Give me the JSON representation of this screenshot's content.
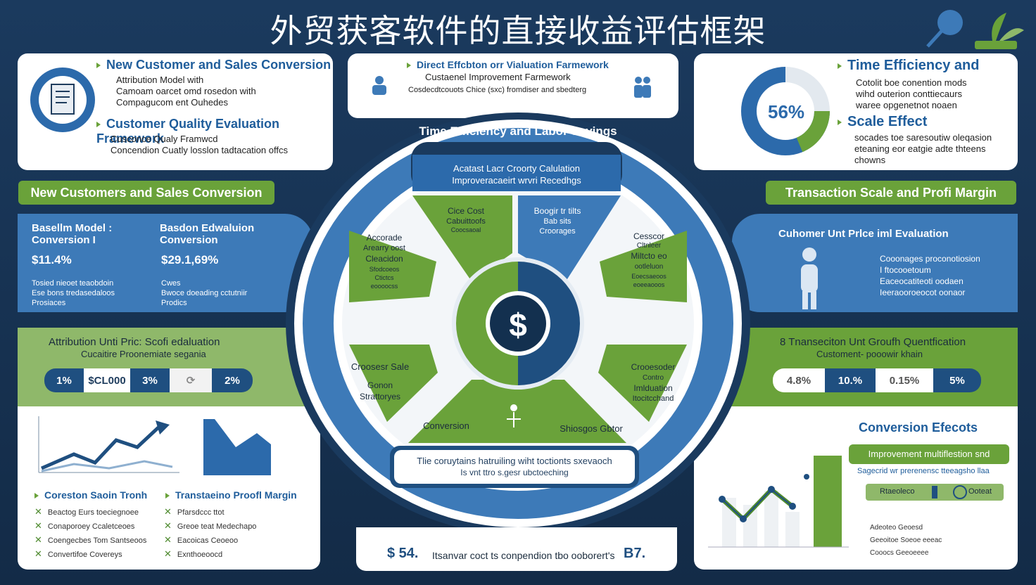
{
  "title": "外贸获客软件的直接收益评估框架",
  "top_left": {
    "heading1": "New Customer and Sales Conversion",
    "lines1": [
      "Attribution Model with",
      "Camoam oarcet omd rosedon with",
      "Compagucom ent Ouhedes"
    ],
    "heading2": "Customer Quality Evaluation Framework",
    "lines2": [
      "Cusconce Qualy Framwcd",
      "Concendion Cuatly losslon tadtacation offcs"
    ]
  },
  "top_center": {
    "heading": "Direct Effcbton orr Vialuation Farmework",
    "line1": "Custaenel Improvement Farmework",
    "line2": "Cosdecdtcouots Chice (sxc) fromdiser and sbedterg"
  },
  "top_right": {
    "percent": "56%",
    "heading1": "Time Efficiency and",
    "lines1": [
      "Cotolit boe conention mods",
      "wihd outerion conttiecaurs",
      "waree opgenetnot noaen"
    ],
    "heading2": "Scale Effect",
    "lines2": [
      "socades toe saresoutiw oleqasion",
      "eteaning eor eatgie adte thteens",
      "chowns"
    ]
  },
  "left_banner": "New Customers and Sales Conversion",
  "right_banner": "Transaction Scale and Profi Margin",
  "left_blue": {
    "col1_title": [
      "Basellm Model :",
      "Conversion  I"
    ],
    "col1_value": "$11.4%",
    "col1_lines": [
      "Tosied nieoet  teaobdoin",
      "Ese bons tredasedaloos",
      "Prosiaces"
    ],
    "col2_title": [
      "Basdon Edwaluion",
      "Conversion"
    ],
    "col2_value": "$29.1,69%",
    "col2_lines": [
      "Cwes",
      "Bwoce doeading cctutniir",
      "Prodics"
    ]
  },
  "right_blue": {
    "heading": "Cuhomer Unt Prlce iml Evaluation",
    "lines": [
      "Cooonages proconotiosion",
      "I ftocooetoum",
      "Eaceocatiteoti oodaen",
      "Ieeraooroeocot oonaor"
    ]
  },
  "left_green": {
    "line1": "Attribution Unti Pric: Scofi edaluation",
    "line2": "Cucaitire Proonemiate segania",
    "pill": [
      "1%",
      "$CL000",
      "3%",
      "⟳",
      "2%"
    ]
  },
  "right_green": {
    "line1": "8 Tnanseciton Unt Groufh Quentfication",
    "line2": "Customent- pooowir khain",
    "pill": [
      "4.8%",
      "10.%",
      "0.15%",
      "5%"
    ]
  },
  "bottom_left": {
    "list1_title": "Coreston Saoin Tronh",
    "list1": [
      "Beactog Eurs toeciegnoee",
      "Conaporoey Ccaletceoes",
      "Coengecbes Tom Santseoos",
      "Convertifoe Covereys"
    ],
    "list2_title": "Transtaeino Proofl Margin",
    "list2": [
      "Pfarsdccc ttot",
      "Greoe teat Medechapo",
      "Eacoicas Ceoeoo",
      "Exnthoeoocd"
    ]
  },
  "bottom_center": {
    "value": "$ 54.",
    "text": "Itsanvar coct ts conpendion tbo ooborert's",
    "suffix": "B7."
  },
  "bottom_right": {
    "heading": "Conversion Efecots",
    "banner": "Improvement multiflestion snd",
    "subline": "Sagecrid wr prerenensc tteeagsho llaa",
    "slider_left": "Rtaeoleco",
    "slider_right": "Ooteat",
    "lines": [
      "Adeoteo Geoesd",
      "Geeoitoe Soeoe eeeac",
      "Cooocs Geeoeeee"
    ]
  },
  "wheel": {
    "header": "Time Efficiency and Labor Savings",
    "inner_box": [
      "Acatast Lacr Croorty Calulation",
      "Improveracaeirt wrvri Recedhgs"
    ],
    "seg_top_left": [
      "Cice Cost",
      "Cabuittoofs",
      "Coocsaoal"
    ],
    "seg_top_right": [
      "Boogir tr tilts",
      "Bab sits",
      "Croorages"
    ],
    "seg_left": [
      "Accorade",
      "Arearry oost",
      "Cleacidon",
      "Sfodcoeos",
      "Ctictcs",
      "eoooocss"
    ],
    "seg_right": [
      "Cesscor",
      "Cltnleer",
      "Miltcto eo",
      "ootleluon",
      "Eoecsaeoos",
      "eoeeaooos"
    ],
    "seg_bottom_left": [
      "Croosesr Sale",
      "Gonon",
      "Strattoryes"
    ],
    "seg_bottom_right": [
      "Crooesoder",
      "Contro",
      "Imlduation",
      "Itocitcchand"
    ],
    "seg_bottom": [
      "Conversion",
      "Shiosgos Gbtor"
    ],
    "center_symbol": "$",
    "bottom_box": [
      "Tlie coruytains hatruiling wiht toctionts sxevaoch",
      "Is vnt ttro s.gesr ubctoeching"
    ]
  },
  "colors": {
    "navy": "#15304f",
    "blue": "#3d7ab8",
    "dark_blue": "#1f5d9b",
    "green": "#6aa23a",
    "light_green": "#8fb86a"
  }
}
